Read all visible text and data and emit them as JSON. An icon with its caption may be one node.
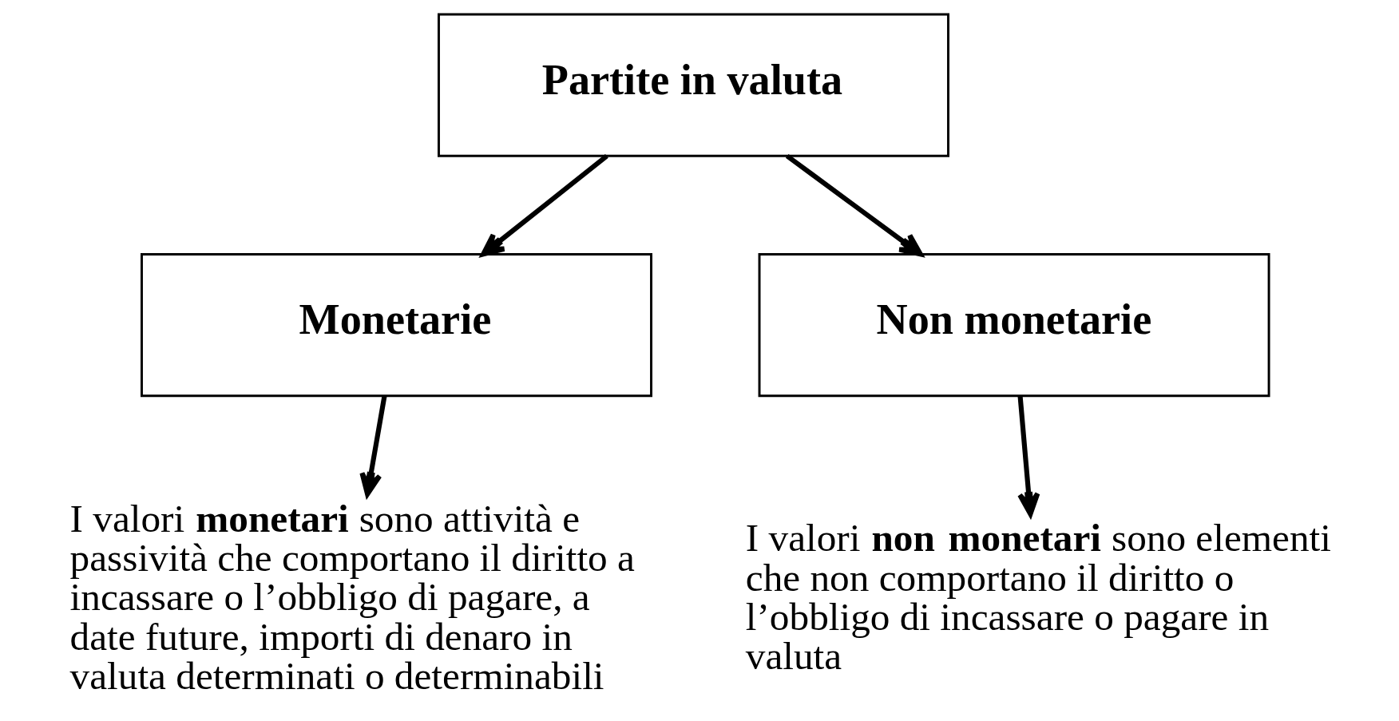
{
  "diagram": {
    "nodes": [
      {
        "text": [
          "Partite in valuta"
        ]
      },
      {
        "text": [
          "Monetarie"
        ]
      },
      {
        "text": [
          "Non monetarie"
        ]
      },
      {
        "text": [
          "I valori **monetari** sono attività e passività che comportano il diritto a incassare o l’obbligo di pagare, a date future, importi di denaro in valuta determinati o determinabili"
        ]
      },
      {
        "text": [
          "I valori **non monetari** sono elementi che non comportano il diritto o l’obbligo di incassare o pagare in valuta"
        ]
      }
    ],
    "edges": [
      {
        "from": 0,
        "to": 1,
        "arrow": "to"
      },
      {
        "from": 0,
        "to": 2,
        "arrow": "to"
      },
      {
        "from": 1,
        "to": 3,
        "arrow": "to"
      },
      {
        "from": 2,
        "to": 4,
        "arrow": "to"
      }
    ]
  }
}
